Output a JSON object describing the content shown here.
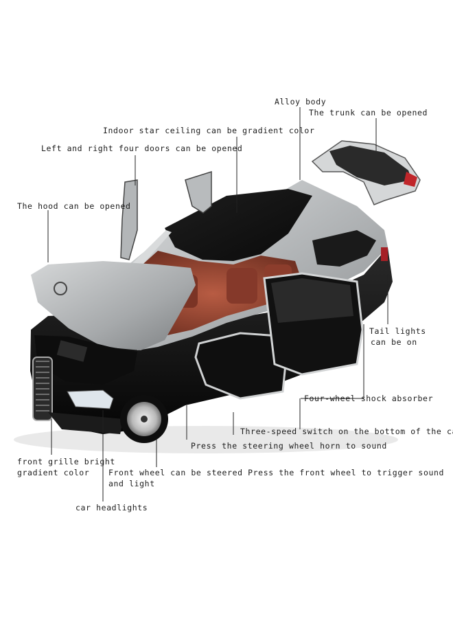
{
  "annotations": {
    "alloy_body": "Alloy body",
    "trunk": "The trunk can be opened",
    "star_ceiling": "Indoor star ceiling can be gradient color",
    "four_doors": "Left and right four doors can be opened",
    "hood": "The hood can be opened",
    "tail_lights_1": "Tail lights",
    "tail_lights_2": "can be on",
    "shock_absorber": "Four-wheel shock absorber",
    "three_speed": "Three-speed switch on the bottom of the car",
    "horn": "Press the steering wheel horn to sound",
    "grille_1": "front grille bright",
    "grille_2": "gradient color",
    "front_wheel_1": "Front wheel can be steered Press the front wheel to trigger sound",
    "front_wheel_2": "and light",
    "headlights": "car headlights"
  },
  "colors": {
    "background": "#ffffff",
    "silver_body": "#b9bcbe",
    "black_body": "#121212",
    "interior_leather": "#9a4a35",
    "text": "#1a1a1a"
  }
}
